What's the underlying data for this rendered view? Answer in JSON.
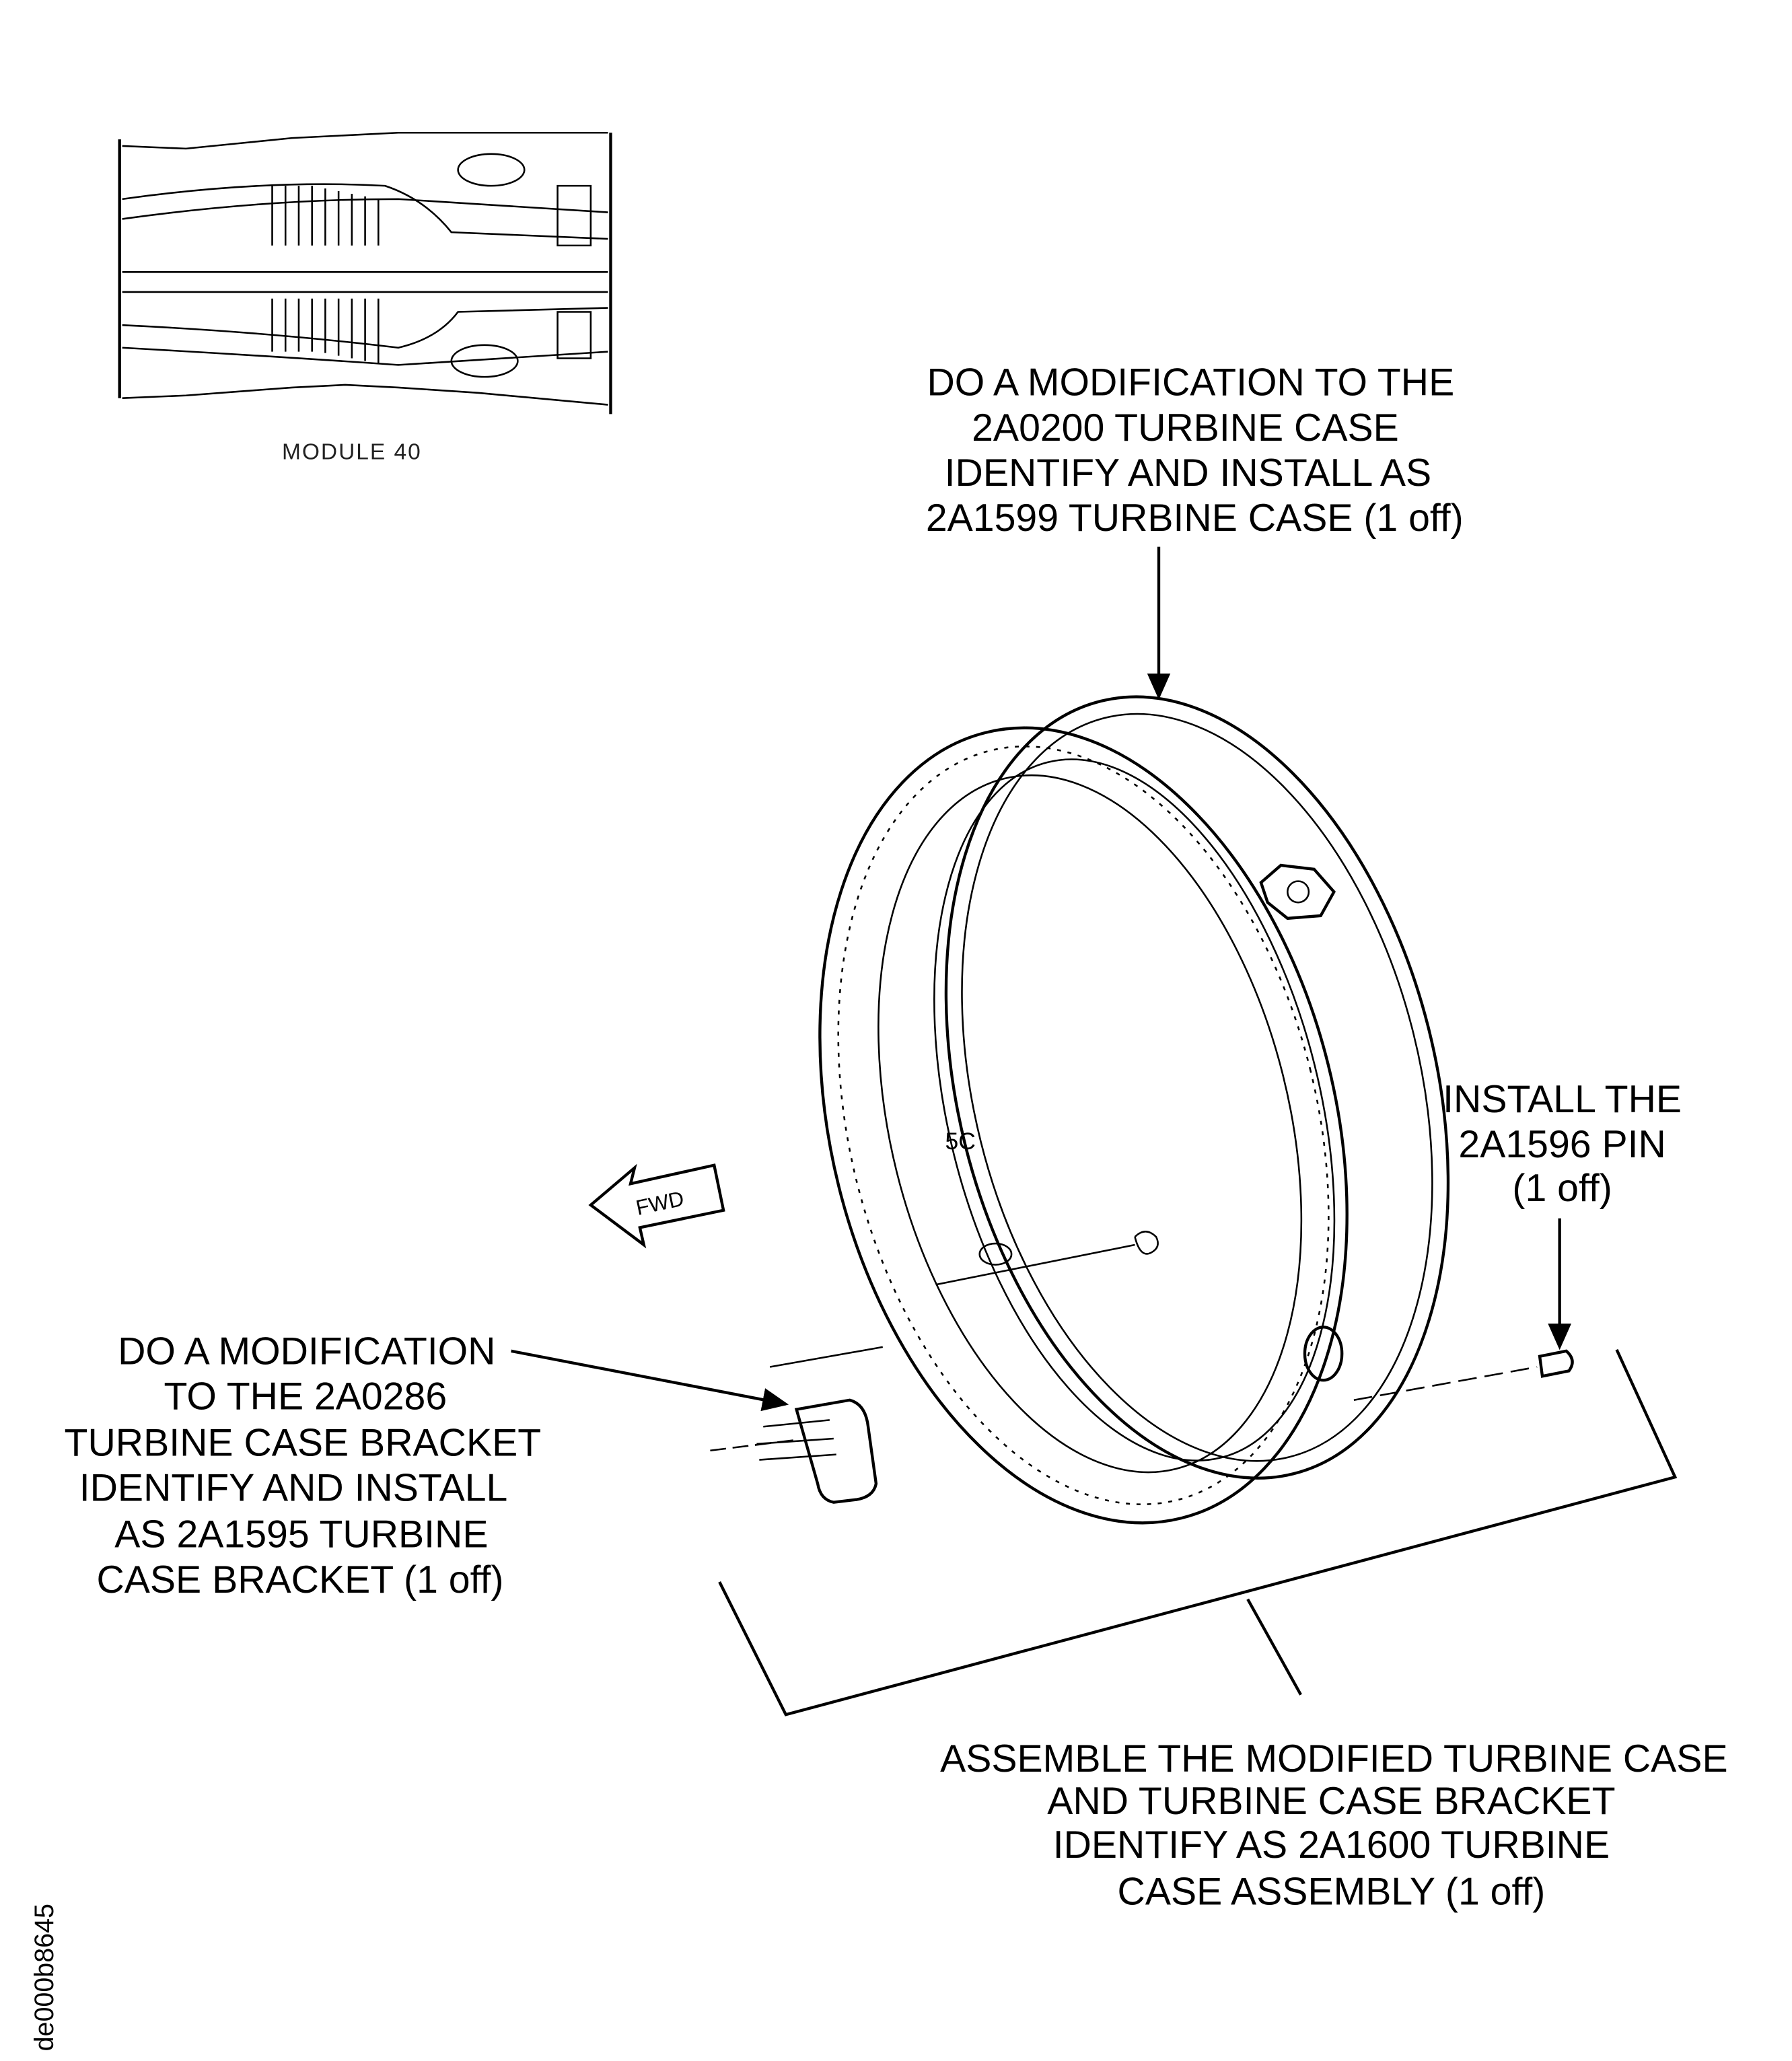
{
  "inset": {
    "label": "MODULE 40"
  },
  "callouts": {
    "turbine_case": [
      "DO A MODIFICATION TO THE",
      "2A0200 TURBINE  CASE",
      "IDENTIFY AND INSTALL AS",
      "2A1599 TURBINE CASE (1 off)"
    ],
    "pin": [
      "INSTALL THE",
      "2A1596 PIN",
      "(1 off)"
    ],
    "bracket": [
      "DO A MODIFICATION",
      "TO THE 2A0286",
      "TURBINE CASE BRACKET",
      "IDENTIFY AND INSTALL",
      "AS 2A1595 TURBINE",
      "CASE BRACKET (1 off)"
    ],
    "assembly": [
      "ASSEMBLE THE MODIFIED TURBINE CASE",
      "AND TURBINE CASE BRACKET",
      "IDENTIFY AS 2A1600 TURBINE",
      "CASE ASSEMBLY (1 off)"
    ]
  },
  "fwd_arrow": {
    "label": "FWD"
  },
  "part_mark": "5C",
  "figure_id": "de000b8645"
}
